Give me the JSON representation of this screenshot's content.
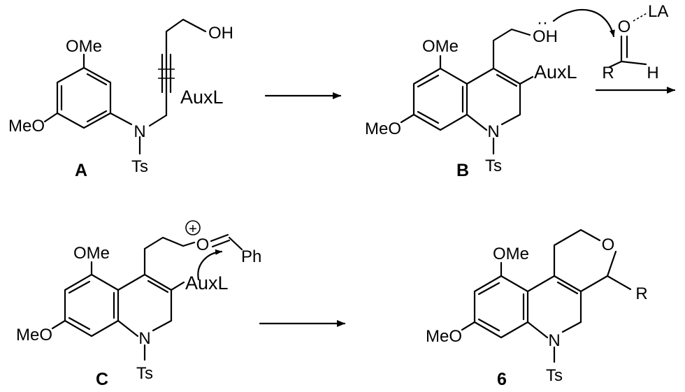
{
  "compounds": {
    "A": {
      "id": "A",
      "substituents": {
        "ome_top": "OMe",
        "ome_left": "MeO",
        "n": "N",
        "ts": "Ts",
        "oh": "OH",
        "auxl": "AuxL"
      }
    },
    "B": {
      "id": "B",
      "substituents": {
        "ome_top": "OMe",
        "ome_left": "MeO",
        "n": "N",
        "ts": "Ts",
        "oh": "OH",
        "lone_pair": "··",
        "auxl": "AuxL"
      },
      "reagent": {
        "o": "O",
        "la": "LA",
        "r": "R",
        "h": "H"
      }
    },
    "C": {
      "id": "C",
      "substituents": {
        "ome_top": "OMe",
        "ome_left": "MeO",
        "n": "N",
        "ts": "Ts",
        "o": "O",
        "charge": "+",
        "ph": "Ph",
        "auxl": "AuxL"
      }
    },
    "6": {
      "id": "6",
      "substituents": {
        "ome_top": "OMe",
        "ome_left": "MeO",
        "n": "N",
        "ts": "Ts",
        "o": "O",
        "r": "R"
      }
    }
  },
  "arrows": [
    "A-to-B",
    "B-to-C",
    "C-to-6"
  ]
}
